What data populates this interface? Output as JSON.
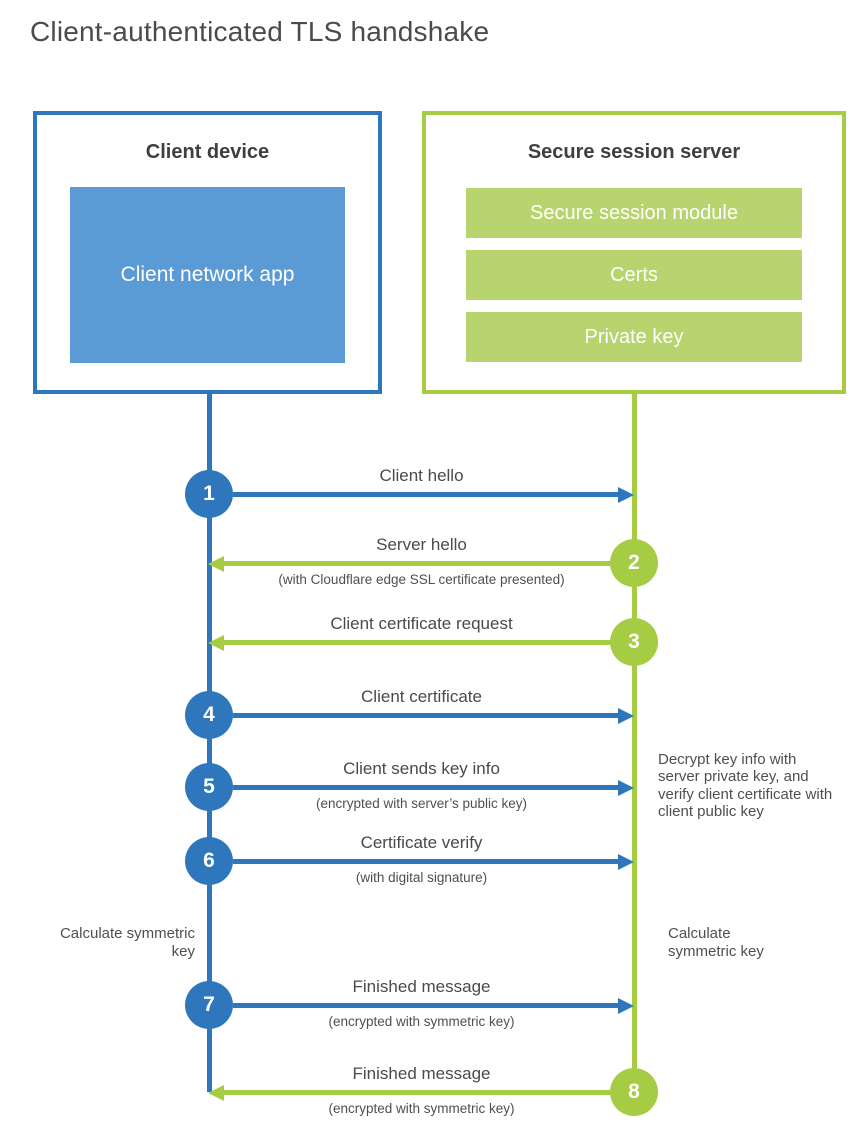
{
  "title": "Client-authenticated TLS handshake",
  "colors": {
    "blue_accent": "#2e77bd",
    "blue_fill": "#5b9bd5",
    "green_accent": "#a6cc44",
    "green_fill": "#b7d46e",
    "text_dark": "#3f3f3f",
    "text_gray": "#4a4a4a"
  },
  "client": {
    "title": "Client device",
    "app_label": "Client network app"
  },
  "server": {
    "title": "Secure session server",
    "modules": [
      "Secure session module",
      "Certs",
      "Private key"
    ]
  },
  "steps": [
    {
      "number": "1",
      "label": "Client hello",
      "sub": "",
      "from": "client",
      "to": "server"
    },
    {
      "number": "2",
      "label": "Server hello",
      "sub": "(with Cloudflare edge SSL certificate presented)",
      "from": "server",
      "to": "client"
    },
    {
      "number": "3",
      "label": "Client certificate request",
      "sub": "",
      "from": "server",
      "to": "client"
    },
    {
      "number": "4",
      "label": "Client certificate",
      "sub": "",
      "from": "client",
      "to": "server"
    },
    {
      "number": "5",
      "label": "Client sends key info",
      "sub": "(encrypted with server’s public key)",
      "from": "client",
      "to": "server"
    },
    {
      "number": "6",
      "label": "Certificate verify",
      "sub": "(with digital signature)",
      "from": "client",
      "to": "server"
    },
    {
      "number": "7",
      "label": "Finished message",
      "sub": "(encrypted with symmetric key)",
      "from": "client",
      "to": "server"
    },
    {
      "number": "8",
      "label": "Finished message",
      "sub": "(encrypted with symmetric key)",
      "from": "server",
      "to": "client"
    }
  ],
  "annotations": {
    "decrypt_note": "Decrypt key info with server private key, and verify client certificate with client public key",
    "calculate_left": "Calculate symmetric key",
    "calculate_right": "Calculate symmetric key"
  }
}
